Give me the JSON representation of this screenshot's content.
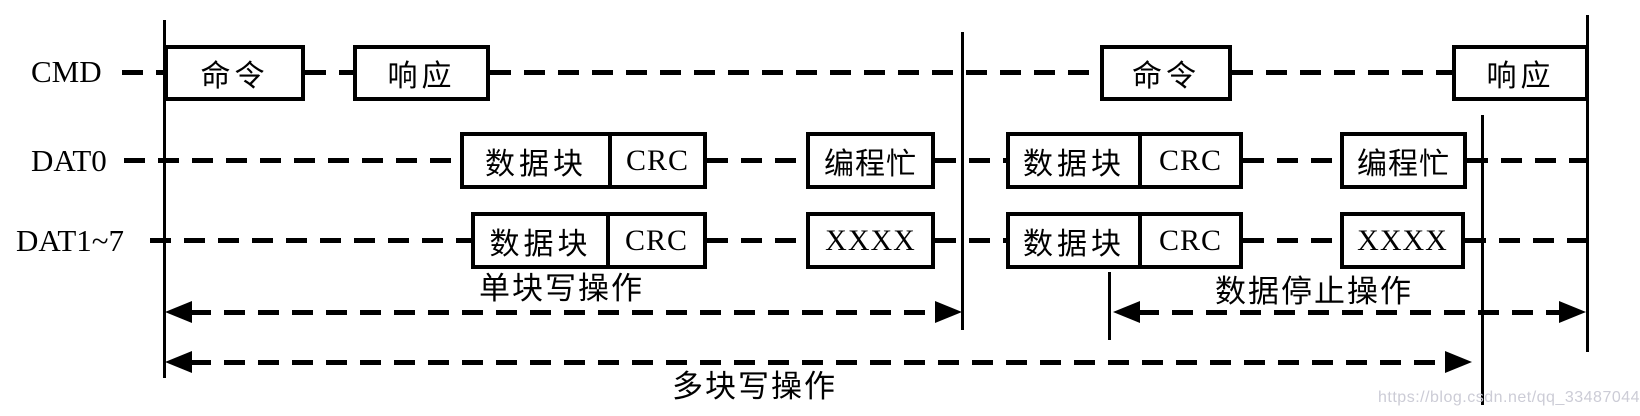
{
  "signals": {
    "cmd": {
      "label": "CMD",
      "boxes": {
        "command1": "命令",
        "response1": "响应",
        "command2": "命令",
        "response2": "响应"
      }
    },
    "dat0": {
      "label": "DAT0",
      "boxes": {
        "datablock1": "数据块",
        "crc1": "CRC",
        "busy1": "编程忙",
        "datablock2": "数据块",
        "crc2": "CRC",
        "busy2": "编程忙"
      }
    },
    "dat17": {
      "label": "DAT1~7",
      "boxes": {
        "datablock1": "数据块",
        "crc1": "CRC",
        "xxxx1": "XXXX",
        "datablock2": "数据块",
        "crc2": "CRC",
        "xxxx2": "XXXX"
      }
    }
  },
  "annotations": {
    "single_block_write": "单块写操作",
    "data_stop": "数据停止操作",
    "multi_block_write": "多块写操作"
  },
  "watermark": "https://blog.csdn.net/qq_33487044",
  "colors": {
    "line": "#000000",
    "background": "#ffffff",
    "watermark": "#ccccd6"
  }
}
